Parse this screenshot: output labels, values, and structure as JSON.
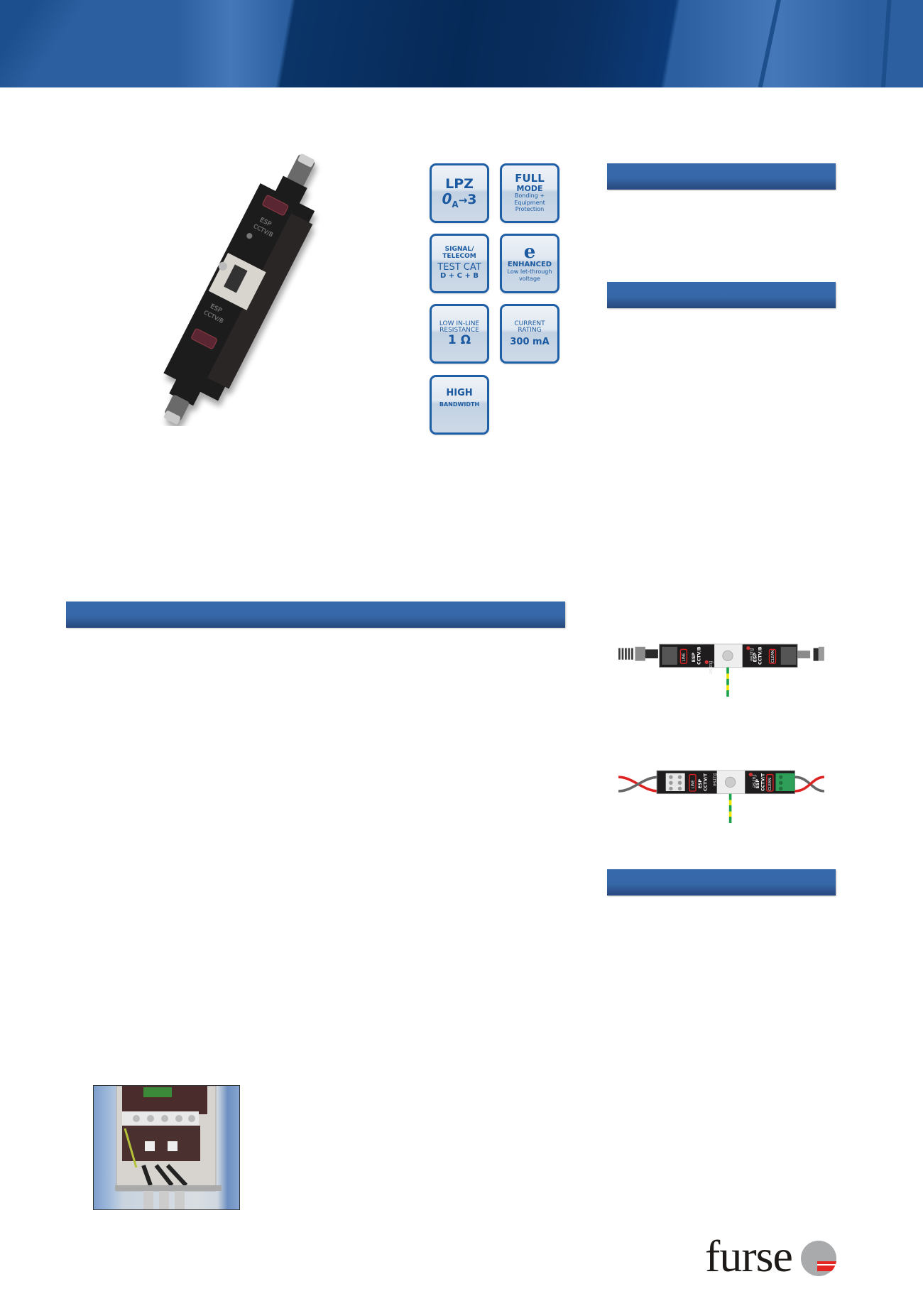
{
  "document": {
    "type": "product datasheet",
    "brand": "furse"
  },
  "colors": {
    "header_blue": "#2b5f9f",
    "header_navy": "#062a58",
    "section_bar": "#3569ab",
    "badge_border": "#1f5fa6",
    "badge_text": "#1b5aa0",
    "logo_red": "#e52521",
    "logo_grey": "#a9aaac"
  },
  "badges": [
    {
      "id": "lpz",
      "line1": "LPZ",
      "line2_left": "0",
      "line2_sub": "A",
      "line2_arrow": "→",
      "line2_right": "3"
    },
    {
      "id": "full-mode",
      "line1": "FULL",
      "line2": "MODE",
      "line3": "Bonding +",
      "line4": "Equipment",
      "line5": "Protection"
    },
    {
      "id": "signal-telecom",
      "line1": "SIGNAL/",
      "line2": "TELECOM",
      "line3": "TEST CAT",
      "line4": "D + C + B"
    },
    {
      "id": "enhanced",
      "glyph": "e",
      "line1": "ENHANCED",
      "line2": "Low let-through",
      "line3": "voltage"
    },
    {
      "id": "low-resistance",
      "line1": "LOW IN-LINE",
      "line2": "RESISTANCE",
      "line3": "1 Ω"
    },
    {
      "id": "current-rating",
      "line1": "CURRENT",
      "line2": "RATING",
      "line3": "300 mA"
    },
    {
      "id": "high-bandwidth",
      "line1": "HIGH",
      "line2": "BANDWIDTH"
    }
  ],
  "diagrams": [
    {
      "id": "esp-cctv-b",
      "left_label": "LINE",
      "model": "ESP CCTV/B",
      "right_label": "CLEAN",
      "brand": "furse"
    },
    {
      "id": "esp-cctv-t",
      "left_label": "LINE",
      "model": "ESP CCTV/T",
      "right_label": "CLEAN",
      "brand": "furse"
    }
  ],
  "logo": {
    "text": "furse"
  }
}
